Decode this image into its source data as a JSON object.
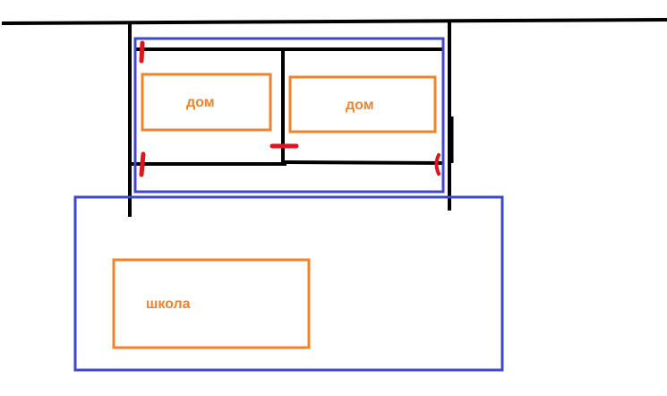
{
  "labels": {
    "house_left": "дом",
    "house_right": "дом",
    "school": "школа"
  },
  "colors": {
    "line": "#000000",
    "zone": "#3f48cc",
    "building": "#f0832b",
    "marker": "#e0141e",
    "background": "#ffffff"
  }
}
